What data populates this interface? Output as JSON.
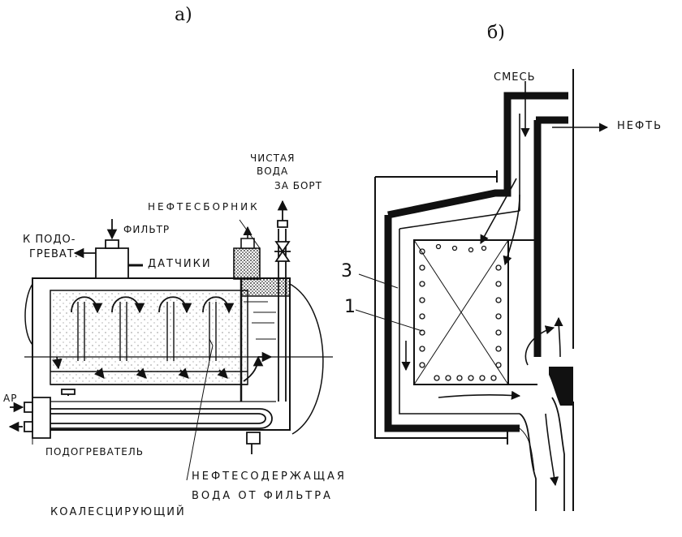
{
  "panel_a": {
    "letter": "а)",
    "labels": {
      "to_heater": "К ПОДО-",
      "to_heater_2": "ГРЕВАТ.",
      "filter": "ФИЛЬТР",
      "oil_collector": "НЕФТЕСБОРНИК",
      "clean_water_1": "ЧИСТАЯ",
      "clean_water_2": "ВОДА",
      "clean_water_3": "ЗА БОРТ",
      "sensors": "ДАТЧИКИ",
      "air": "АР",
      "heater": "ПОДОГРЕВАТЕЛЬ",
      "oily_water_1": "НЕФТЕСОДЕРЖАЩАЯ",
      "oily_water_2": "ВОДА ОТ ФИЛЬТРА",
      "coalescing": "КОАЛЕСЦИРУЮЩИЙ"
    }
  },
  "panel_b": {
    "letter": "б)",
    "labels": {
      "mixture": "СМЕСЬ",
      "oil": "НЕФТЬ",
      "ref_3": "3",
      "ref_1": "1"
    }
  },
  "colors": {
    "ink": "#111111",
    "paper": "#ffffff"
  }
}
